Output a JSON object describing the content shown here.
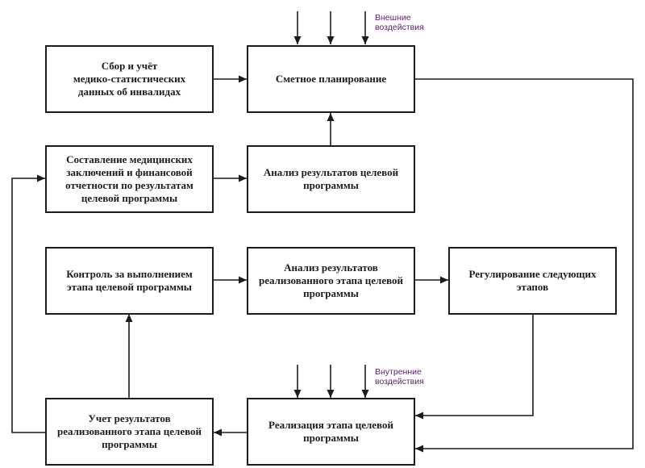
{
  "colors": {
    "box_border": "#1f1a1f",
    "arrow": "#1f1a1f",
    "note_text": "#5a1e6e",
    "background": "#ffffff"
  },
  "boxes": {
    "data_collection": "Сбор и учёт\nмедико-статистических\nданных об инвалидах",
    "budget_planning": "Сметное планирование",
    "medical_reports": "Составление медицинских\nзаключений и финансовой\nотчетности по результатам\nцелевой программы",
    "program_analysis": "Анализ результатов  целевой\nпрограммы",
    "stage_control": "Контроль за выполнением\nэтапа целевой программы",
    "stage_analysis": "Анализ результатов\nреализованного этапа целевой\nпрограммы",
    "next_stage_regulation": "Регулирование следующих\nэтапов",
    "stage_accounting": "Учет результатов\nреализованного этапа целевой\nпрограммы",
    "stage_implementation": "Реализация этапа целевой\nпрограммы"
  },
  "notes": {
    "external": "Внешние\nвоздействия",
    "internal": "Внутренние\nвоздействия"
  }
}
